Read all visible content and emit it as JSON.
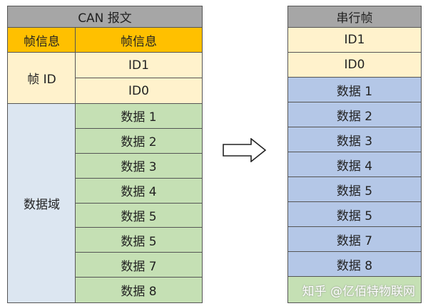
{
  "left_table": {
    "title": "CAN 报文",
    "header": [
      "帧信息",
      "帧信息"
    ],
    "frame_id_label": "帧 ID",
    "id_rows": [
      "ID1",
      "ID0"
    ],
    "data_field_label": "数据域",
    "data_rows": [
      "数据  1",
      "数据  2",
      "数据  3",
      "数据  4",
      "数据  5",
      "数据  5",
      "数据  7",
      "数据  8"
    ]
  },
  "arrow": {
    "icon": "right-arrow-icon"
  },
  "right_table": {
    "title": "串行帧",
    "rows": [
      "ID1",
      "ID0",
      "数据  1",
      "数据  2",
      "数据  3",
      "数据  4",
      "数据  5",
      "数据  5",
      "数据  7",
      "数据  8"
    ],
    "watermark": "知乎 @亿佰特物联网"
  },
  "colors": {
    "header_gray": "#a6a6a6",
    "gold": "#ffc000",
    "cream": "#fff2cc",
    "light_blue": "#dce6f1",
    "green": "#c5e0b4",
    "blue": "#b4c7e7"
  }
}
